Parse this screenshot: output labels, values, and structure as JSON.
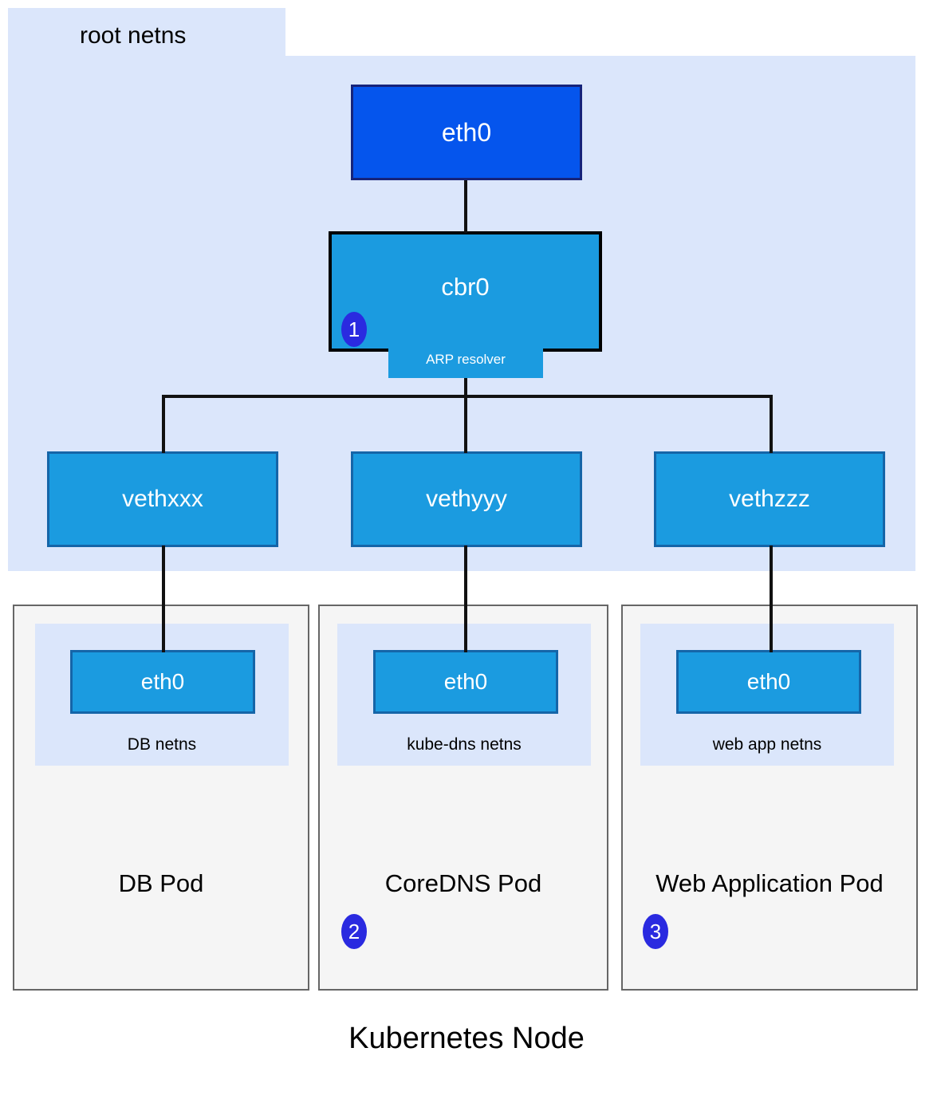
{
  "diagram": {
    "caption": "Kubernetes Node",
    "root_namespace": {
      "label": "root netns",
      "background_color": "#dbe6fb"
    },
    "nodes": {
      "host_eth0": {
        "label": "eth0",
        "fill": "#0555ed",
        "stroke": "#16237a"
      },
      "bridge": {
        "label": "cbr0",
        "fill": "#1b9be0",
        "stroke": "#000000",
        "badge": "1"
      },
      "arp_resolver": {
        "label": "ARP resolver",
        "fill": "#1b9be0"
      }
    },
    "veth_pairs": [
      {
        "label": "vethxxx",
        "fill": "#1b9be0",
        "stroke": "#1565a8"
      },
      {
        "label": "vethyyy",
        "fill": "#1b9be0",
        "stroke": "#1565a8"
      },
      {
        "label": "vethzzz",
        "fill": "#1b9be0",
        "stroke": "#1565a8"
      }
    ],
    "pods": [
      {
        "title": "DB Pod",
        "netns_label": "DB netns",
        "interface_label": "eth0",
        "badge": "",
        "fill": "#f5f5f5",
        "stroke": "#666666"
      },
      {
        "title": "CoreDNS Pod",
        "netns_label": "kube-dns netns",
        "interface_label": "eth0",
        "badge": "2",
        "fill": "#f5f5f5",
        "stroke": "#666666"
      },
      {
        "title": "Web Application Pod",
        "netns_label": "web app netns",
        "interface_label": "eth0",
        "badge": "3",
        "fill": "#f5f5f5",
        "stroke": "#666666"
      }
    ],
    "badge_color": "#2a2ae0",
    "connector_color": "#111111"
  }
}
